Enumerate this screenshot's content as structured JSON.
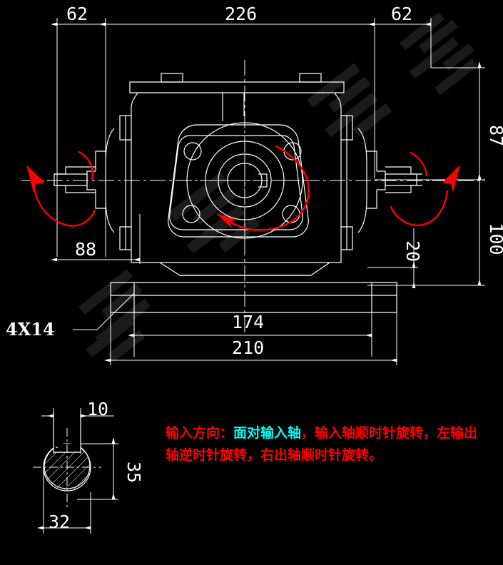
{
  "drawing": {
    "title": "Bevel gearbox assembly outline drawing",
    "background_color": "#000000",
    "line_color": "#ffffff",
    "annotation_color": "#ff0000",
    "highlight_color": "#00ffff",
    "watermark_color": "#1b1b1b"
  },
  "dimensions": {
    "top_left": "62",
    "top_center": "226",
    "top_right": "62",
    "right_upper": "87",
    "right_lower": "100",
    "inner_right": "20",
    "left_lower": "88",
    "base_inner": "174",
    "base_outer": "210"
  },
  "labels": {
    "hole_callout": "4X14"
  },
  "detail_view": {
    "keyway_width": "10",
    "shaft_height": "35",
    "shaft_diameter": "32"
  },
  "rotation_arrows": [
    {
      "name": "left-output-shaft-arrow",
      "direction": "counter-clockwise"
    },
    {
      "name": "center-input-shaft-arrow",
      "direction": "counter-clockwise"
    },
    {
      "name": "right-output-shaft-arrow",
      "direction": "clockwise"
    }
  ],
  "note": {
    "prefix": "输入方向：",
    "highlight": "面对输入轴",
    "suffix": "，输入轴顺时针旋转，左输出轴逆时针旋转，右出轴顺时针旋转。",
    "full_text": "输入方向：面对输入轴，输入轴顺时针旋转，左输出轴逆时针旋转，右出轴顺时针旋转。"
  }
}
